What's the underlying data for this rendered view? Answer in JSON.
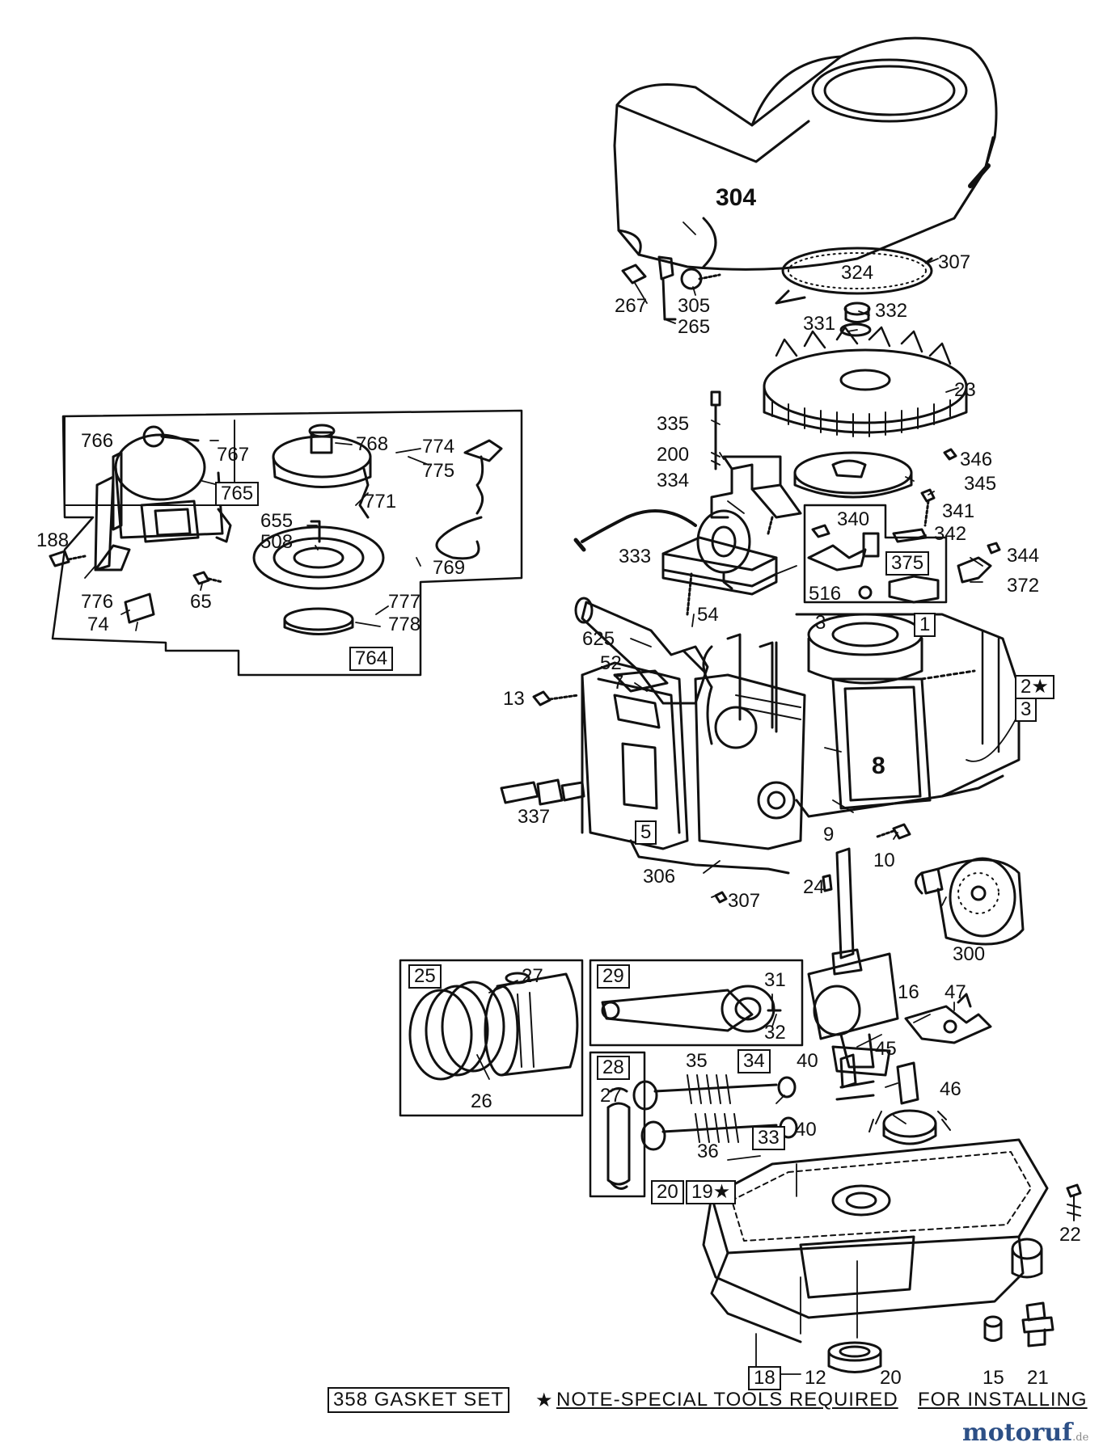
{
  "labels": {
    "l304": "304",
    "l307a": "307",
    "l324": "324",
    "l332": "332",
    "l331": "331",
    "l267": "267",
    "l305": "305",
    "l265": "265",
    "l23": "23",
    "l335": "335",
    "l200": "200",
    "l334": "334",
    "l346": "346",
    "l345": "345",
    "l340": "340",
    "l341": "341",
    "l342": "342",
    "l375": "375",
    "l344": "344",
    "l372": "372",
    "l516": "516",
    "l333": "333",
    "l54": "54",
    "l625": "625",
    "l52": "52",
    "l7": "7",
    "l3a": "3",
    "l1": "1",
    "l2": "2★",
    "l3b": "3",
    "l13": "13",
    "l8": "8",
    "l337": "337",
    "l5": "5",
    "l9": "9",
    "l10": "10",
    "l306": "306",
    "l307b": "307",
    "l24": "24",
    "l300": "300",
    "l766": "766",
    "l767": "767",
    "l768": "768",
    "l774": "774",
    "l775": "775",
    "l765": "765",
    "l771": "771",
    "l655": "655",
    "l508": "508",
    "l769": "769",
    "l188": "188",
    "l65": "65",
    "l776": "776",
    "l74": "74",
    "l777": "777",
    "l778": "778",
    "l764": "764",
    "l25": "25",
    "l27a": "27",
    "l26": "26",
    "l29": "29",
    "l31": "31",
    "l32": "32",
    "l16": "16",
    "l47": "47",
    "l45": "45",
    "l46": "46",
    "l28": "28",
    "l27b": "27",
    "l35": "35",
    "l34": "34",
    "l40a": "40",
    "l36": "36",
    "l33": "33",
    "l40b": "40",
    "l20a": "20",
    "l19": "19★",
    "l22": "22",
    "l18": "18",
    "l12": "12",
    "l20b": "20",
    "l15": "15",
    "l21": "21"
  },
  "footer": {
    "gasket_set": "358 GASKET SET",
    "star": "★",
    "note": "NOTE-SPECIAL TOOLS REQUIRED",
    "note_end": "FOR INSTALLING"
  },
  "watermark": {
    "brand": "motoruf",
    "suffix": ".de"
  }
}
